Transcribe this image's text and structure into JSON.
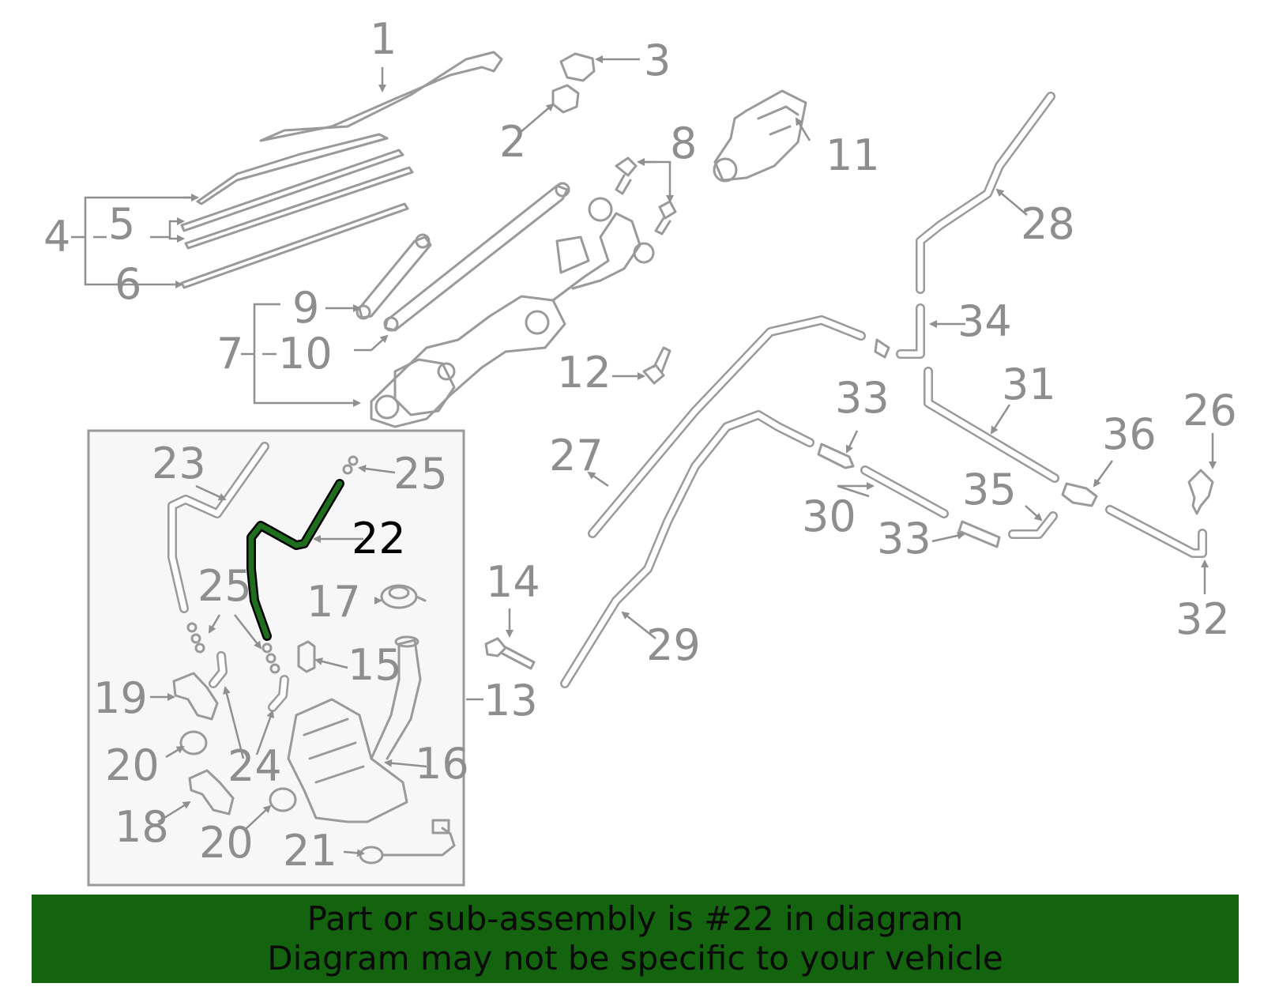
{
  "labels": {
    "n1": "1",
    "n2": "2",
    "n3": "3",
    "n4": "4",
    "n5": "5",
    "n6": "6",
    "n7": "7",
    "n8": "8",
    "n9": "9",
    "n10": "10",
    "n11": "11",
    "n12": "12",
    "n13": "13",
    "n14": "14",
    "n15": "15",
    "n16": "16",
    "n17": "17",
    "n18": "18",
    "n19": "19",
    "n20a": "20",
    "n20b": "20",
    "n21": "21",
    "n22": "22",
    "n23": "23",
    "n24": "24",
    "n25a": "25",
    "n25b": "25",
    "n26": "26",
    "n27": "27",
    "n28": "28",
    "n29": "29",
    "n30": "30",
    "n31": "31",
    "n32": "32",
    "n33a": "33",
    "n33b": "33",
    "n34": "34",
    "n35": "35",
    "n36": "36"
  },
  "highlight": {
    "part": "22",
    "color": "#1e6e1e"
  },
  "banner": {
    "line1": "Part or sub-assembly is #22 in diagram",
    "line2": "Diagram may not be specific to your vehicle",
    "color": "#14640f"
  }
}
